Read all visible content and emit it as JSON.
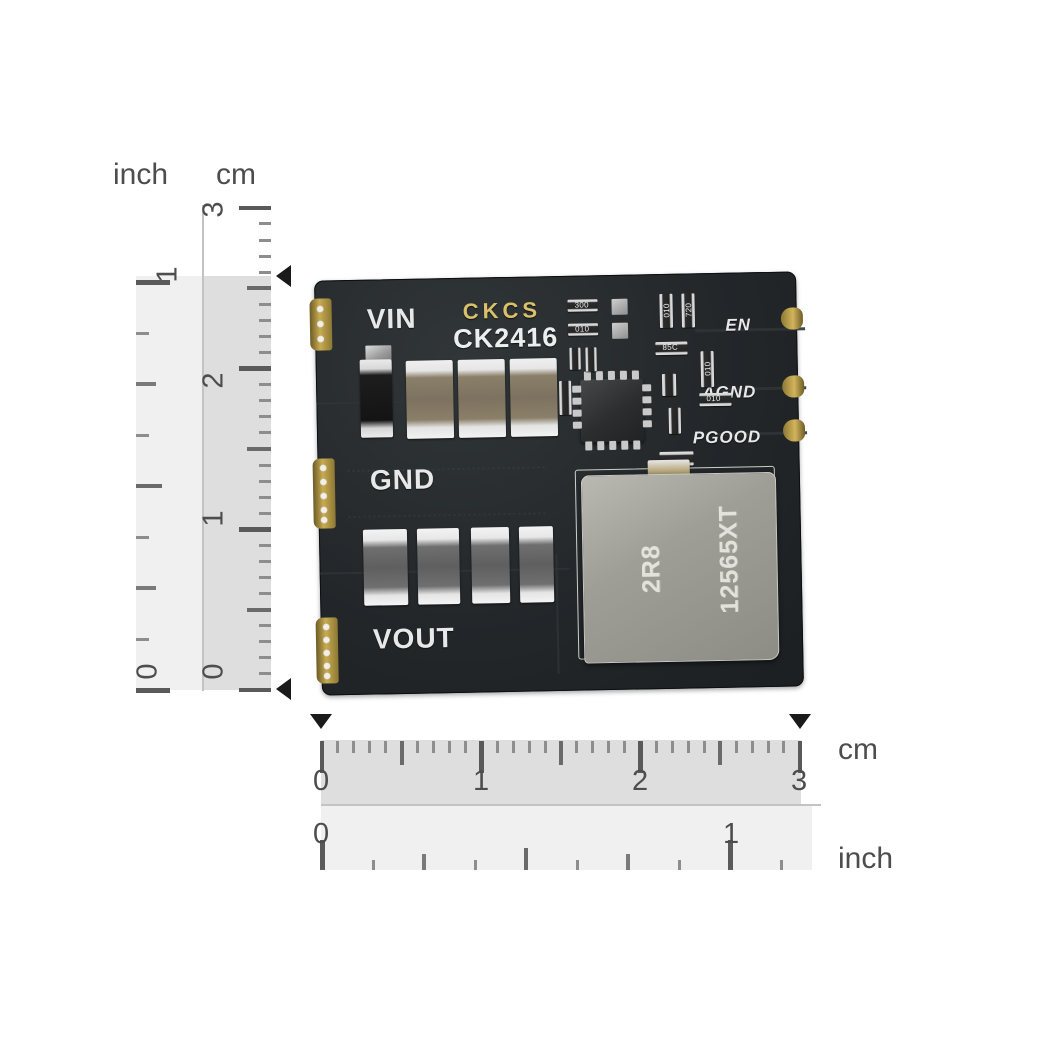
{
  "scene": {
    "background": "#ffffff",
    "description": "Product photo of a small black PCB voltage regulator module flanked by measuring rulers"
  },
  "vertical_ruler": {
    "name": "vertical-ruler",
    "header_inch": "inch",
    "header_cm": "cm",
    "cm_labels": [
      "3",
      "2",
      "1",
      "0"
    ],
    "inch_labels": [
      "1",
      "0"
    ],
    "cm_range": [
      0,
      3
    ],
    "inch_range": [
      0,
      1.2
    ],
    "band_cm_color": "#dedede",
    "band_inch_color": "#f0f0f0",
    "marker_count": 2
  },
  "horizontal_ruler": {
    "name": "horizontal-ruler",
    "cm_labels": [
      "0",
      "1",
      "2",
      "3"
    ],
    "inch_labels": [
      "0",
      "1"
    ],
    "header_cm": "cm",
    "header_inch": "inch",
    "cm_range": [
      0,
      3
    ],
    "inch_range": [
      0,
      1.2
    ],
    "band_cm_color": "#dedede",
    "band_inch_color": "#f0f0f0",
    "marker_count": 2
  },
  "pcb": {
    "name": "voltage-regulator-board",
    "solder_mask_color": "#24282a",
    "brand": "CKCS",
    "brand_color": "#d9c06a",
    "part_number": "CK2416",
    "part_color": "#eceff0",
    "left_pads": [
      {
        "label": "VIN",
        "holes": 3
      },
      {
        "label": "GND",
        "holes": 5
      },
      {
        "label": "VOUT",
        "holes": 5
      }
    ],
    "right_pads": [
      {
        "label": "EN"
      },
      {
        "label": "AGND"
      },
      {
        "label": "PGOOD"
      }
    ],
    "inductor": {
      "marking_top": "2R8",
      "marking_bottom": "12565XT",
      "body_color": "#9e9e96"
    },
    "resistor_markings": [
      "300",
      "010",
      "010",
      "720",
      "85C",
      "010",
      "010"
    ],
    "ic": {
      "type": "qfn",
      "pins_per_side": 6
    }
  }
}
